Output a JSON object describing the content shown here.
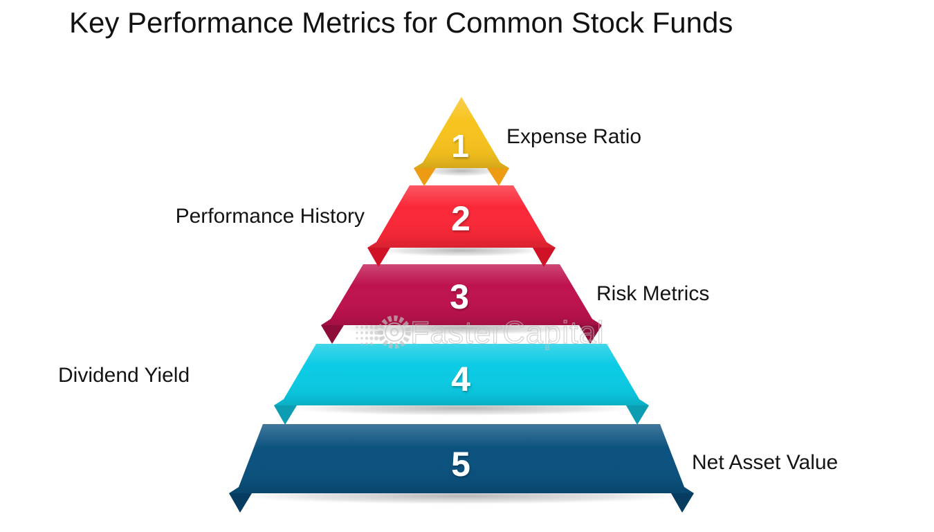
{
  "title": "Key Performance Metrics for Common Stock Funds",
  "watermark": {
    "text": "FasterCapital",
    "icon": "gear-icon",
    "color": "#bfbfbf"
  },
  "pyramid": {
    "number_color": "#ffffff",
    "label_color": "#141414",
    "levels": [
      {
        "number": "1",
        "label": "Expense Ratio",
        "label_side": "right",
        "color": "#F7C31E",
        "fold_color": "#EC9B13"
      },
      {
        "number": "2",
        "label": "Performance History",
        "label_side": "left",
        "color": "#FB2838",
        "fold_color": "#D01226"
      },
      {
        "number": "3",
        "label": "Risk Metrics",
        "label_side": "right",
        "color": "#BE124E",
        "fold_color": "#8E0C3A"
      },
      {
        "number": "4",
        "label": "Dividend Yield",
        "label_side": "left",
        "color": "#0BCBE4",
        "fold_color": "#0C9DB2"
      },
      {
        "number": "5",
        "label": "Net Asset Value",
        "label_side": "right",
        "color": "#0B527F",
        "fold_color": "#063C5F"
      }
    ]
  }
}
